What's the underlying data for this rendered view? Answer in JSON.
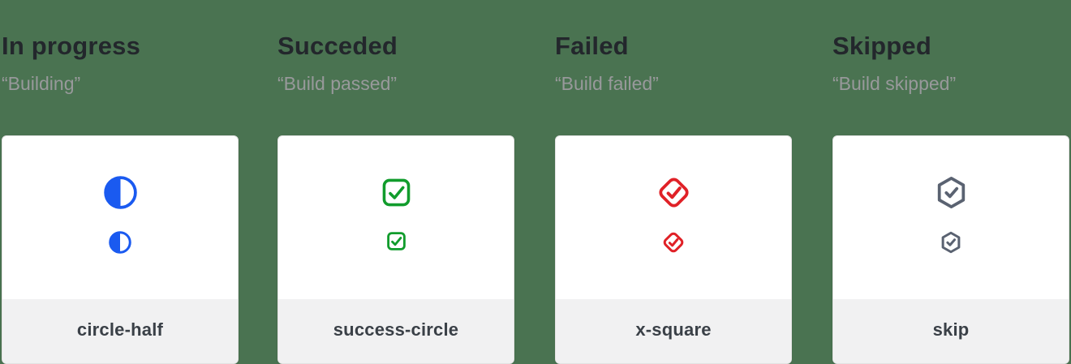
{
  "page": {
    "background": "#4a7351",
    "card_background": "#ffffff",
    "card_border": "#e2e2e2",
    "card_footer_background": "#f1f1f2",
    "title_color": "#23272c",
    "quote_color": "#98999b",
    "label_color": "#3a4047"
  },
  "columns": [
    {
      "title": "In progress",
      "quote": "“Building”",
      "label": "circle-half",
      "icon": "circle-half-icon",
      "icon_color": "#1a5af0"
    },
    {
      "title": "Succeded",
      "quote": "“Build passed”",
      "label": "success-circle",
      "icon": "check-square-icon",
      "icon_color": "#119c2c"
    },
    {
      "title": "Failed",
      "quote": "“Build failed”",
      "label": "x-square",
      "icon": "check-diamond-icon",
      "icon_color": "#e02127"
    },
    {
      "title": "Skipped",
      "quote": "“Build skipped”",
      "label": "skip",
      "icon": "check-hexagon-icon",
      "icon_color": "#5a6271"
    }
  ]
}
